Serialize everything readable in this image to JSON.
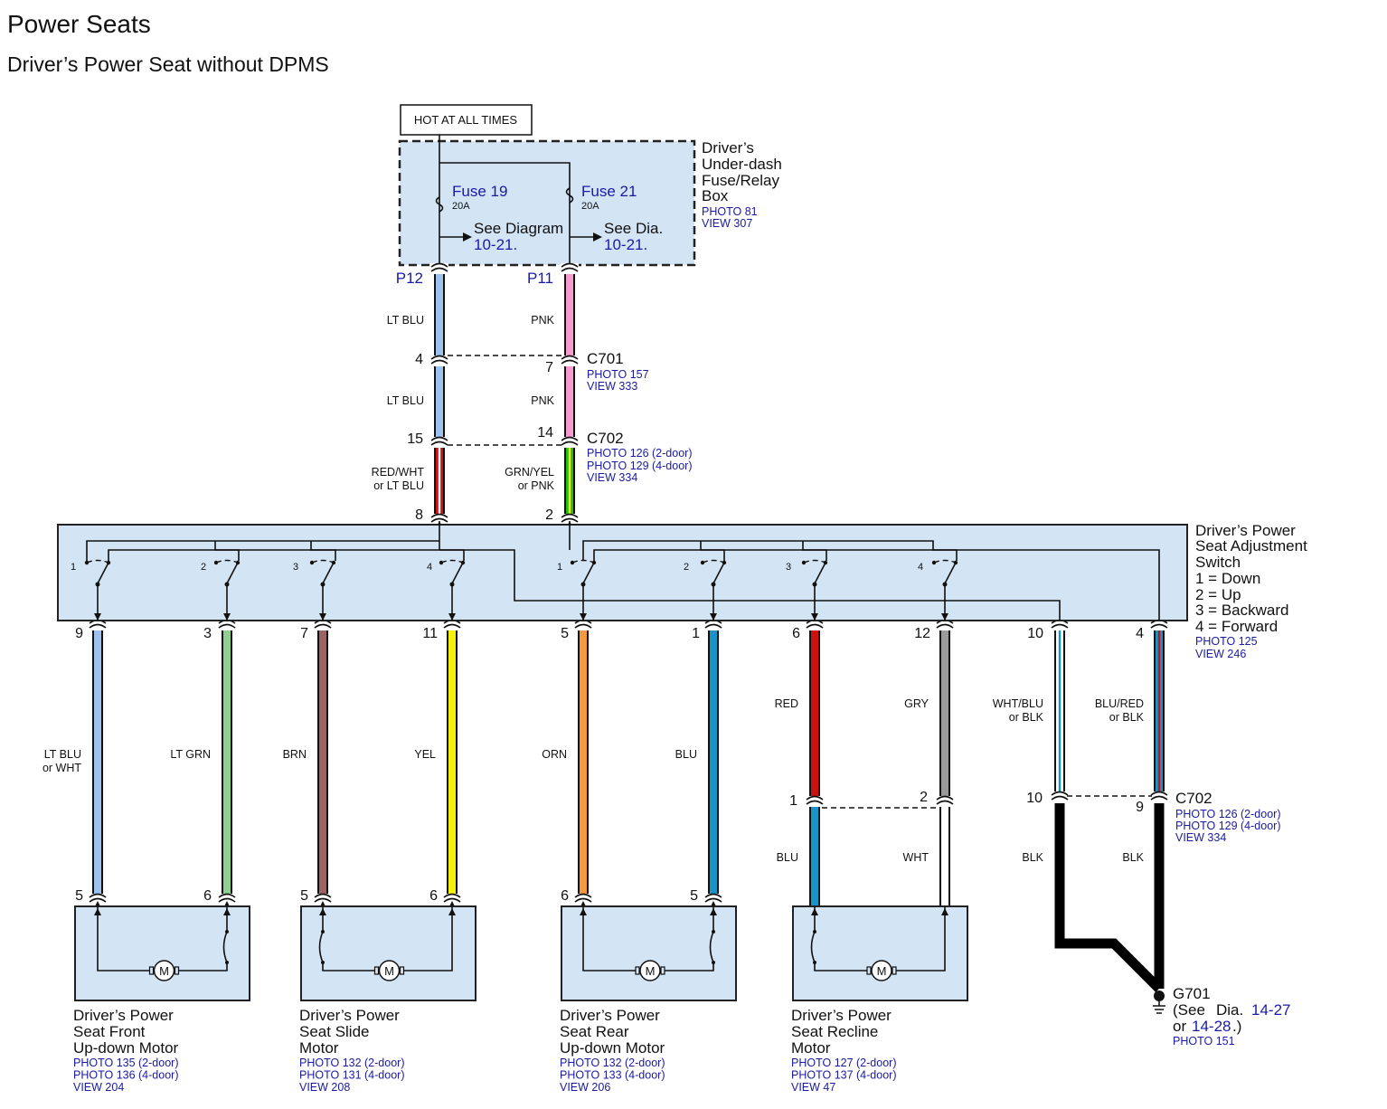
{
  "title": "Power Seats",
  "subtitle": "Driver’s Power Seat without DPMS",
  "hot_label": "HOT AT ALL TIMES",
  "fuse_box": {
    "name": [
      "Driver’s",
      "Under-dash",
      "Fuse/Relay",
      "Box"
    ],
    "refs": [
      "PHOTO 81",
      "VIEW 307"
    ],
    "fuse_a": {
      "name": "Fuse 19",
      "rating": "20A",
      "see": "See Diagram",
      "ref": "10-21."
    },
    "fuse_b": {
      "name": "Fuse 21",
      "rating": "20A",
      "see": "See  Dia.",
      "ref": "10-21."
    },
    "pin_a": "P12",
    "pin_b": "P11"
  },
  "connectors": {
    "c701": {
      "name": "C701",
      "refs": [
        "PHOTO 157",
        "VIEW 333"
      ],
      "pin_a": "4",
      "pin_b": "7"
    },
    "c702_top": {
      "name": "C702",
      "refs": [
        "PHOTO 126 (2-door)",
        "PHOTO 129 (4-door)",
        "VIEW 334"
      ],
      "pin_a": "15",
      "pin_b": "14"
    },
    "c702_bottom": {
      "name": "C702",
      "refs": [
        "PHOTO 126 (2-door)",
        "PHOTO 129 (4-door)",
        "VIEW 334"
      ],
      "pin_a": "10",
      "pin_b": "9"
    }
  },
  "upper_wires": {
    "a1": "LT BLU",
    "b1": "PNK",
    "a2": "LT BLU",
    "b2": "PNK",
    "a3": [
      "RED/WHT",
      "or LT BLU"
    ],
    "b3": [
      "GRN/YEL",
      "or PNK"
    ],
    "switch_pin_a": "8",
    "switch_pin_b": "2"
  },
  "switch": {
    "name": [
      "Driver’s Power",
      "Seat Adjustment",
      "Switch",
      "1 = Down",
      "2 = Up",
      "3 = Backward",
      "4 = Forward"
    ],
    "refs": [
      "PHOTO 125",
      "VIEW 246"
    ],
    "positions": [
      "1",
      "2",
      "3",
      "4",
      "1",
      "2",
      "3",
      "4"
    ]
  },
  "lower_wires": [
    {
      "pin": "9",
      "color": [
        "LT BLU",
        "or WHT"
      ]
    },
    {
      "pin": "3",
      "color": [
        "LT GRN"
      ]
    },
    {
      "pin": "7",
      "color": [
        "BRN"
      ]
    },
    {
      "pin": "11",
      "color": [
        "YEL"
      ]
    },
    {
      "pin": "5",
      "color": [
        "ORN"
      ]
    },
    {
      "pin": "1",
      "color": [
        "BLU"
      ]
    },
    {
      "pin": "6",
      "color": [
        "RED"
      ]
    },
    {
      "pin": "12",
      "color": [
        "GRY"
      ]
    },
    {
      "pin": "10",
      "color": [
        "WHT/BLU",
        "or BLK"
      ]
    },
    {
      "pin": "4",
      "color": [
        "BLU/RED",
        "or BLK"
      ]
    }
  ],
  "recline_mid": {
    "pin_a": "1",
    "pin_b": "2",
    "wire_a": "BLU",
    "wire_b": "WHT"
  },
  "ground_wires": {
    "a": "BLK",
    "b": "BLK"
  },
  "motor_pins": [
    "5",
    "6",
    "5",
    "6",
    "6",
    "5"
  ],
  "motor_symbol": "M",
  "motors": [
    {
      "name": [
        "Driver’s Power",
        "Seat Front",
        "Up-down Motor"
      ],
      "refs": [
        "PHOTO 135 (2-door)",
        "PHOTO 136 (4-door)",
        "VIEW 204"
      ]
    },
    {
      "name": [
        "Driver’s Power",
        "Seat Slide",
        "Motor"
      ],
      "refs": [
        "PHOTO 132 (2-door)",
        "PHOTO 131 (4-door)",
        "VIEW 208"
      ]
    },
    {
      "name": [
        "Driver’s Power",
        "Seat Rear",
        "Up-down Motor"
      ],
      "refs": [
        "PHOTO 132 (2-door)",
        "PHOTO 133 (4-door)",
        "VIEW 206"
      ]
    },
    {
      "name": [
        "Driver’s Power",
        "Seat Recline",
        "Motor"
      ],
      "refs": [
        "PHOTO 127 (2-door)",
        "PHOTO 137 (4-door)",
        "VIEW 47"
      ]
    }
  ],
  "ground": {
    "name": "G701",
    "lines": [
      "(See",
      "Dia.",
      "14-27",
      "or",
      "14-28",
      ".)"
    ],
    "ref": "PHOTO 151"
  },
  "colors": {
    "box_fill": "#d3e4f5",
    "ref_blue": "#1a1aa6",
    "lt_blu": "#9cc3ef",
    "pnk": "#f79ad0",
    "red": "#cc1111",
    "grn": "#22bb22",
    "yel": "#f4f00a",
    "lt_grn": "#8fcf90",
    "brn": "#9c6565",
    "orn": "#f4993c",
    "blu": "#1795c8",
    "gry": "#9a9a9a",
    "blk": "#000000",
    "wht": "#ffffff"
  }
}
